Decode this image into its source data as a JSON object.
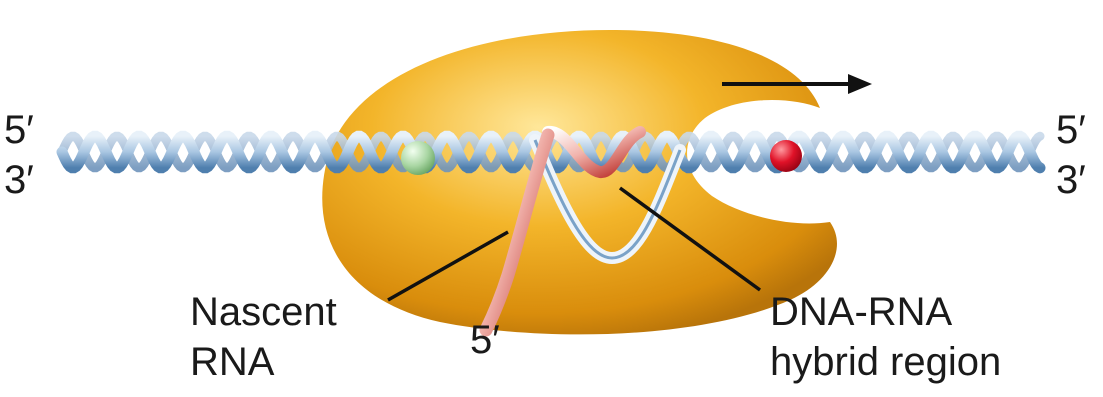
{
  "labels": {
    "left_top_end": "5′",
    "left_bottom_end": "3′",
    "right_top_end": "5′",
    "right_bottom_end": "3′",
    "rna_five_prime": "5′",
    "nascent_rna_line1": "Nascent",
    "nascent_rna_line2": "RNA",
    "hybrid_line1": "DNA-RNA",
    "hybrid_line2": "hybrid region"
  },
  "colors": {
    "polymerase": "#f0a81c",
    "dna_strand": "#8fb3d4",
    "rna_strand": "#c8322c",
    "green_marker": "#a8d5a2",
    "red_marker": "#d8142a",
    "text": "#1a1a1a"
  }
}
